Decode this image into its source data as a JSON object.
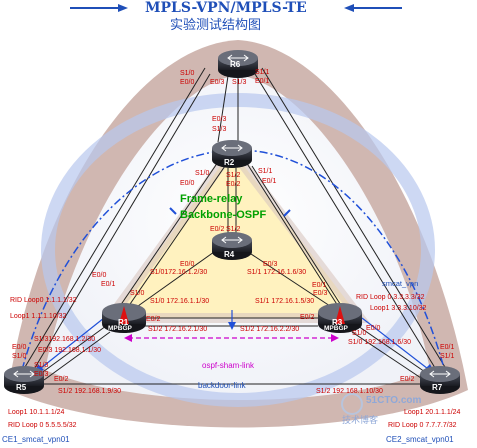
{
  "header": {
    "title": "MPLS-VPN/MPLS-TE",
    "subtitle": "实验测试结构图"
  },
  "routers": {
    "r6": "R6",
    "r2": "R2",
    "r4": "R4",
    "r1": "R1",
    "r3": "R3",
    "r5": "R5",
    "r7": "R7"
  },
  "labels": {
    "r6_s10": "S1/0",
    "r6_s11": "S1/1",
    "r6_e00": "E0/0",
    "r6_e03": "E0/3",
    "r6_s13": "S1/3",
    "r6_e01": "E0/1",
    "r2_e03": "E0/3",
    "r2_s13": "S1/3",
    "r2_s10": "S1/0",
    "r2_s11": "S1/1",
    "r2_e00": "E0/0",
    "r2_e01": "E0/1",
    "r2_s12": "S1/2",
    "r2_e02": "E0/2",
    "frame_relay": "Frame-relay",
    "backbone": "Backbone-OSPF",
    "r4_s12": "S1/2",
    "r4_e02": "E0/2",
    "r4_e00": "E0/0",
    "r4_e03": "E0/3",
    "r4_s10_net": "S1/0172.16.1.2/30",
    "r4_s11_net": "S1/1 172.16.1.6/30",
    "r1_e00": "E0/0",
    "r1_e01": "E0/1",
    "r1_s10": "S1/0",
    "r1_s10_net": "S1/0 172.16.1.1/30",
    "r1_rid": "RID Loop0 1.1.1.1/32",
    "r1_loop1": "Loop1 1.1.1.10/32",
    "r1_s13": "S1/3192.168.1.2/30",
    "r1_e03": "E0/3 192.168.1.1/30",
    "r1_s12": "S1/2 172.16.2.1/30",
    "r1_e02": "E0/2",
    "r3_e01": "E0/1",
    "r3_e03": "E0/3",
    "r3_s11_net": "S1/1 172.16.1.5/30",
    "r3_s12": "S1/2 172.16.2.2/30",
    "r3_s10": "S1/0",
    "r3_e00": "E0/0",
    "r3_s10_net": "S1/0 192.168.1.6/30",
    "r3_e02": "E0/2",
    "r3_rid": "RID  Loop 0 3.3.3.3/32",
    "r3_loop1": "Loop1 3.3.3.10/32",
    "smcat_vpn": "smcat_vpn",
    "r5_e00": "E0/0",
    "r5_s10": "S1/0",
    "r5_s13": "S1/3",
    "r5_e03": "E0/3",
    "r5_e02": "E0/2",
    "r5_s12": "S1/2  192.168.1.9/30",
    "r5_loop1": "Loop1 10.1.1.1/24",
    "r5_rid": "RID  Loop 0  5.5.5.5/32",
    "r7_e01": "E0/1",
    "r7_s11": "S1/1",
    "r7_e02": "E0/2",
    "r7_s12": "S1/2  192.168.1.10/30",
    "r7_loop1": "Loop1 20.1.1.1/24",
    "r7_rid": "RID  Loop 0  7.7.7.7/32",
    "mpbgp1": "MPBGP",
    "mpbgp3": "MPBGP",
    "sham_link": "ospf-sham-link",
    "backdoor": "backdoor-link",
    "ce1": "CE1_smcat_vpn01",
    "ce2": "CE2_smcat_vpn01",
    "watermark_brand": "51CTO.com",
    "watermark_sub": "技术博客"
  },
  "colors": {
    "title_blue": "#1f4fb8",
    "label_red": "#cc0000",
    "ospf_green": "#00a000",
    "sham_magenta": "#cc00cc",
    "ring_taupe": "#c8a8a0",
    "backbone_yellow": "#fff0b0"
  }
}
